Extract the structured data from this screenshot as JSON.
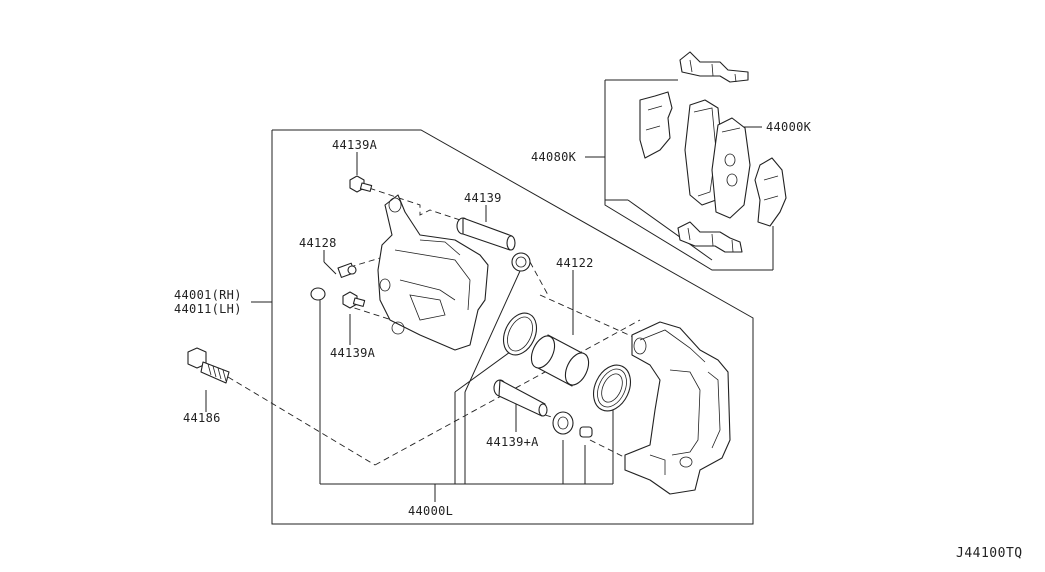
{
  "labels": {
    "l_44139A_top": "44139A",
    "l_44139": "44139",
    "l_44128": "44128",
    "l_44001": "44001(RH)",
    "l_44011": "44011(LH)",
    "l_44139A_mid": "44139A",
    "l_44186": "44186",
    "l_44122": "44122",
    "l_44139pA": "44139+A",
    "l_44000L": "44000L",
    "l_44080K": "44080K",
    "l_44000K": "44000K"
  },
  "diagram_code": "J44100TQ",
  "colors": {
    "line": "#222222",
    "background": "#ffffff"
  }
}
